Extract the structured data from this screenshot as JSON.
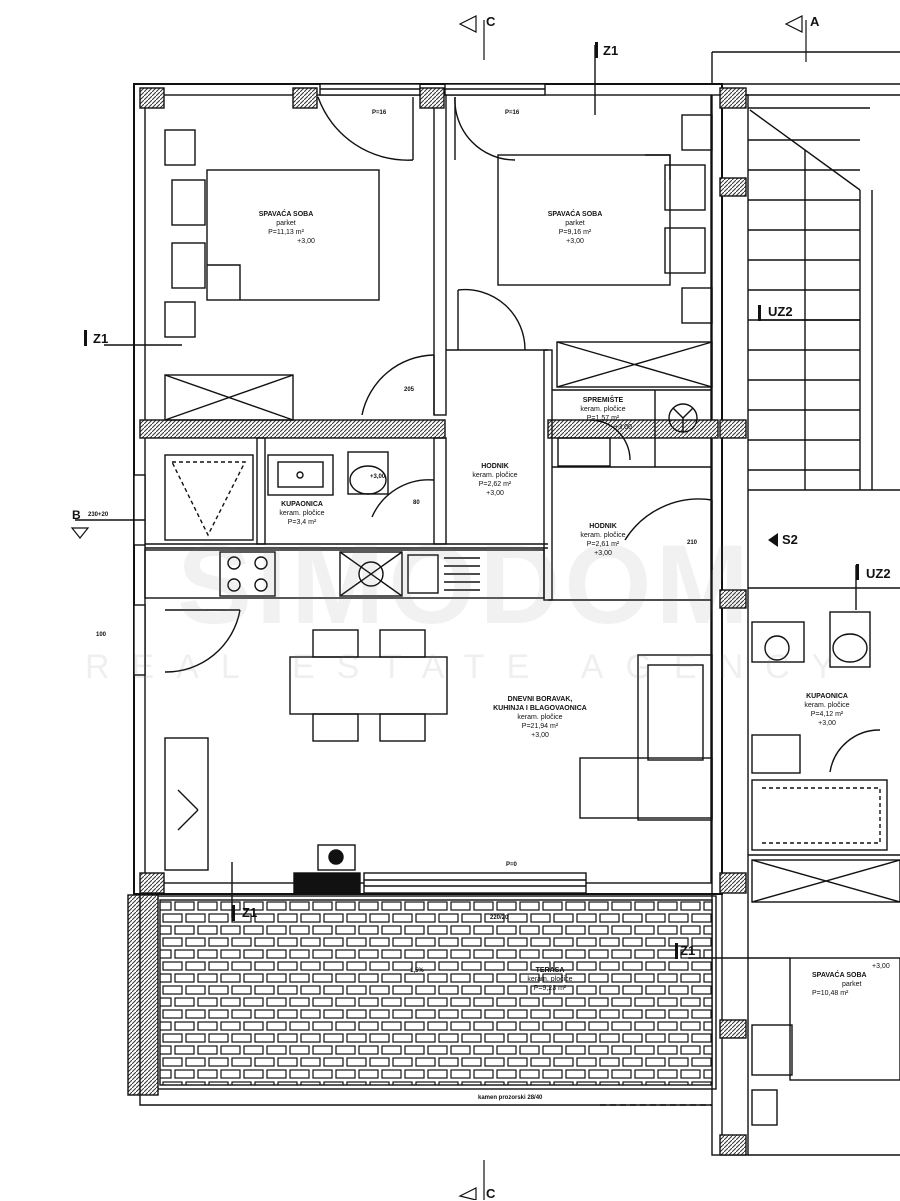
{
  "watermark": {
    "name": "SIMODOM",
    "tagline": "REAL ESTATE AGENCY"
  },
  "section_markers": {
    "c_top": "C",
    "a_top": "A",
    "b_left": "B",
    "c_bottom": "C"
  },
  "tags": {
    "z1_top": "Z1",
    "z1_left": "Z1",
    "z1_terrace": "Z1",
    "z1_right": "Z1",
    "uz2_upper": "UZ2",
    "uz2_lower": "UZ2",
    "s2": "S2"
  },
  "rooms": {
    "bedroom1": {
      "name": "SPAVAĆA SOBA",
      "floor": "parket",
      "area": "P=11,13 m²",
      "height": "+3,00"
    },
    "bedroom2": {
      "name": "SPAVAĆA SOBA",
      "floor": "parket",
      "area": "P=9,16 m²",
      "height": "+3,00"
    },
    "bathroom1": {
      "name": "KUPAONICA",
      "floor": "keram. pločice",
      "area": "P=3,4 m²",
      "height": "+3,00"
    },
    "hall1": {
      "name": "HODNIK",
      "floor": "keram. pločice",
      "area": "P=2,62 m²",
      "height": "+3,00"
    },
    "storage": {
      "name": "SPREMIŠTE",
      "floor": "keram. pločice",
      "area": "P=1,57 m²",
      "height": "+3,00"
    },
    "hall2": {
      "name": "HODNIK",
      "floor": "keram. pločice",
      "area": "P=2,61 m²",
      "height": "+3,00"
    },
    "living": {
      "name": "DNEVNI BORAVAK,",
      "name2": "KUHINJA I BLAGOVAONICA",
      "floor": "keram. pločice",
      "area": "P=21,94 m²",
      "height": "+3,00"
    },
    "terrace": {
      "name": "TERASA",
      "floor": "keram. pločice",
      "area": "P=9,23 m²"
    },
    "bathroom2": {
      "name": "KUPAONICA",
      "floor": "keram. pločice",
      "area": "P=4,12 m²",
      "height": "+3,00"
    },
    "bedroom3": {
      "name": "SPAVAĆA SOBA",
      "floor": "parket",
      "area": "P=10,48 m²",
      "height": "+3,00"
    }
  },
  "dims": {
    "p16": "P=16",
    "p16b": "P=16",
    "p0": "P=0",
    "d100": "100",
    "d210": "210",
    "d80": "80",
    "d205": "205",
    "slope": "1,5%",
    "edge_label": "kamen prozorski 28/40",
    "d220": "220/20",
    "b_dim": "230+20"
  },
  "colors": {
    "line": "#111111",
    "wall_fill": "#ffffff",
    "hatch": "#444444"
  }
}
